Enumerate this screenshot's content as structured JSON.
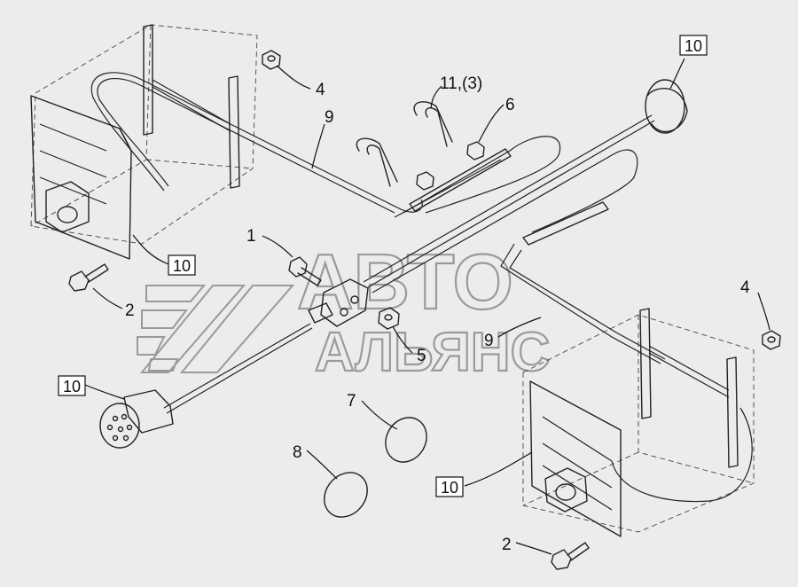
{
  "callouts": {
    "label_1": "1",
    "label_2": "2",
    "label_4": "4",
    "label_5": "5",
    "label_6": "6",
    "label_7": "7",
    "label_8": "8",
    "label_9": "9",
    "label_10": "10",
    "label_11": "11,(3)"
  },
  "watermark": {
    "line1": "АВТО",
    "line2": "АЛЬЯНС"
  },
  "colors": {
    "background": "#ececec",
    "line": "#222222",
    "watermark": "#9a9a9a"
  }
}
